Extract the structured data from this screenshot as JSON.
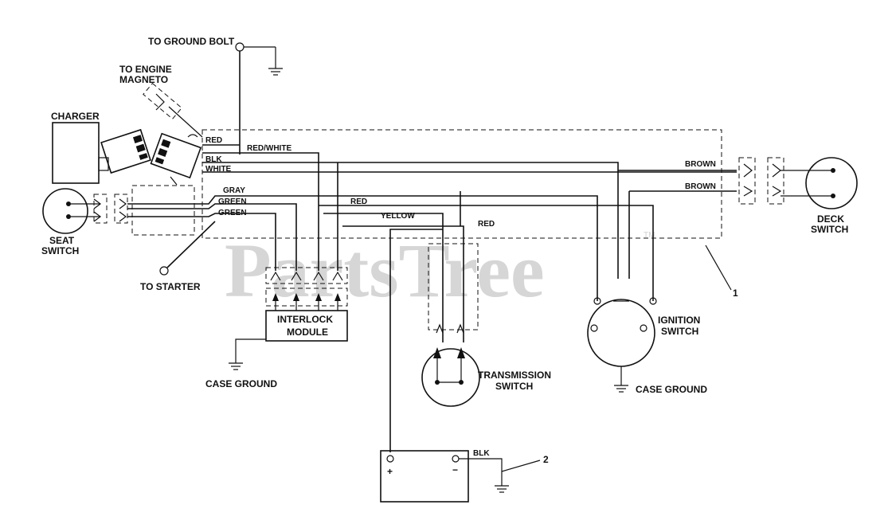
{
  "watermark": {
    "text": "PartsTree",
    "tm": "TM"
  },
  "components": {
    "ground_bolt": "TO GROUND BOLT",
    "engine_magneto": [
      "TO ENGINE",
      "MAGNETO"
    ],
    "charger": "CHARGER",
    "seat_switch": [
      "SEAT",
      "SWITCH"
    ],
    "starter": "TO STARTER",
    "interlock_module": [
      "INTERLOCK",
      "MODULE"
    ],
    "case_ground_left": "CASE GROUND",
    "transmission_switch": [
      "TRANSMISSION",
      "SWITCH"
    ],
    "ignition_switch": [
      "IGNITION",
      "SWITCH"
    ],
    "case_ground_right": "CASE GROUND",
    "deck_switch": [
      "DECK",
      "SWITCH"
    ],
    "battery_plus": "+",
    "battery_minus": "−"
  },
  "wires": {
    "red_top": "RED",
    "red_white": "RED/WHITE",
    "blk_top": "BLK",
    "white": "WHITE",
    "gray": "GRAY",
    "green_1": "GREEN",
    "green_2": "GREEN",
    "red_mid": "RED",
    "yellow": "YELLOW",
    "red_low": "RED",
    "brown_1": "BROWN",
    "brown_2": "BROWN",
    "blk_battery": "BLK"
  },
  "callouts": {
    "harness": "1",
    "battery": "2"
  }
}
